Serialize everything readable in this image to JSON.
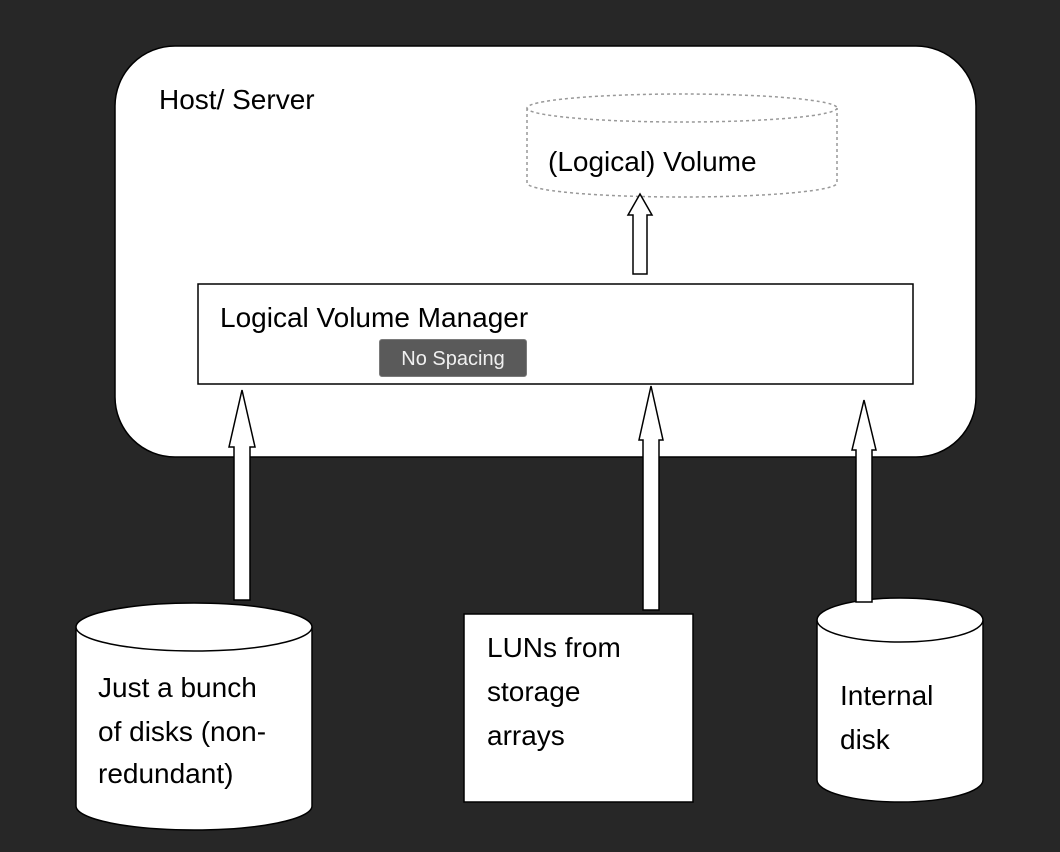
{
  "host": {
    "label": "Host/ Server"
  },
  "logical_volume": {
    "label": "(Logical) Volume"
  },
  "lvm": {
    "label": "Logical Volume Manager"
  },
  "tooltip": {
    "text": "No Spacing"
  },
  "sources": {
    "jbod": {
      "lines": [
        "Just a bunch",
        "of disks (non-",
        "redundant)"
      ]
    },
    "luns": {
      "lines": [
        "LUNs from",
        "storage",
        "arrays"
      ]
    },
    "internal": {
      "lines": [
        "Internal",
        "disk"
      ]
    }
  }
}
